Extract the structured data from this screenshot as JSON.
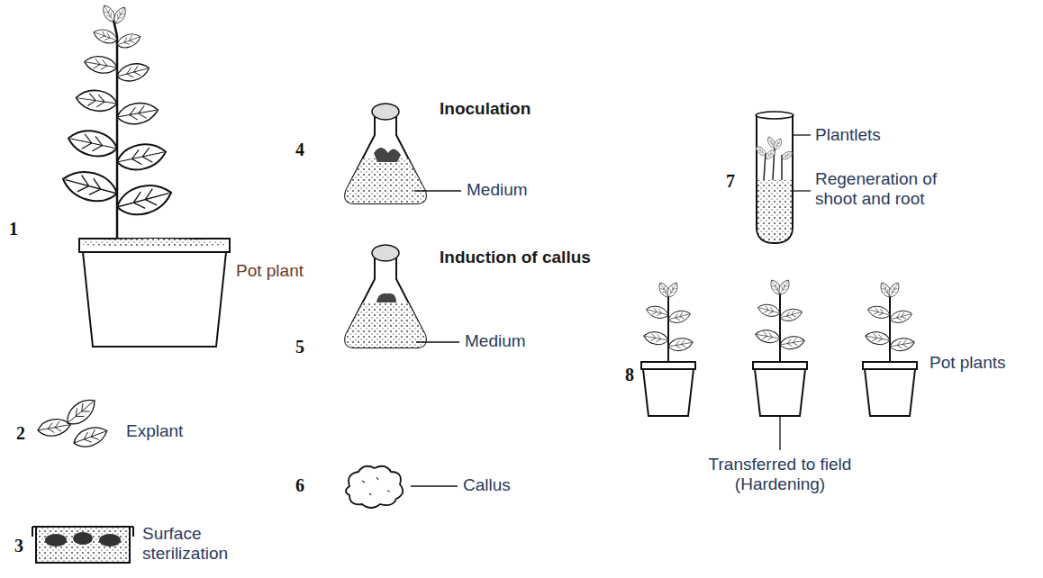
{
  "diagram": {
    "labels": [
      "1",
      "Pot plant",
      "2",
      "Explant",
      "3",
      "Surface sterilization",
      "4",
      "Inoculation",
      "Medium",
      "5",
      "Induction of callus",
      "Medium",
      "6",
      "Callus",
      "7",
      "Plantlets",
      "Regeneration of shoot and root",
      "8",
      "Pot plants",
      "Transferred to field (Hardening)"
    ]
  }
}
